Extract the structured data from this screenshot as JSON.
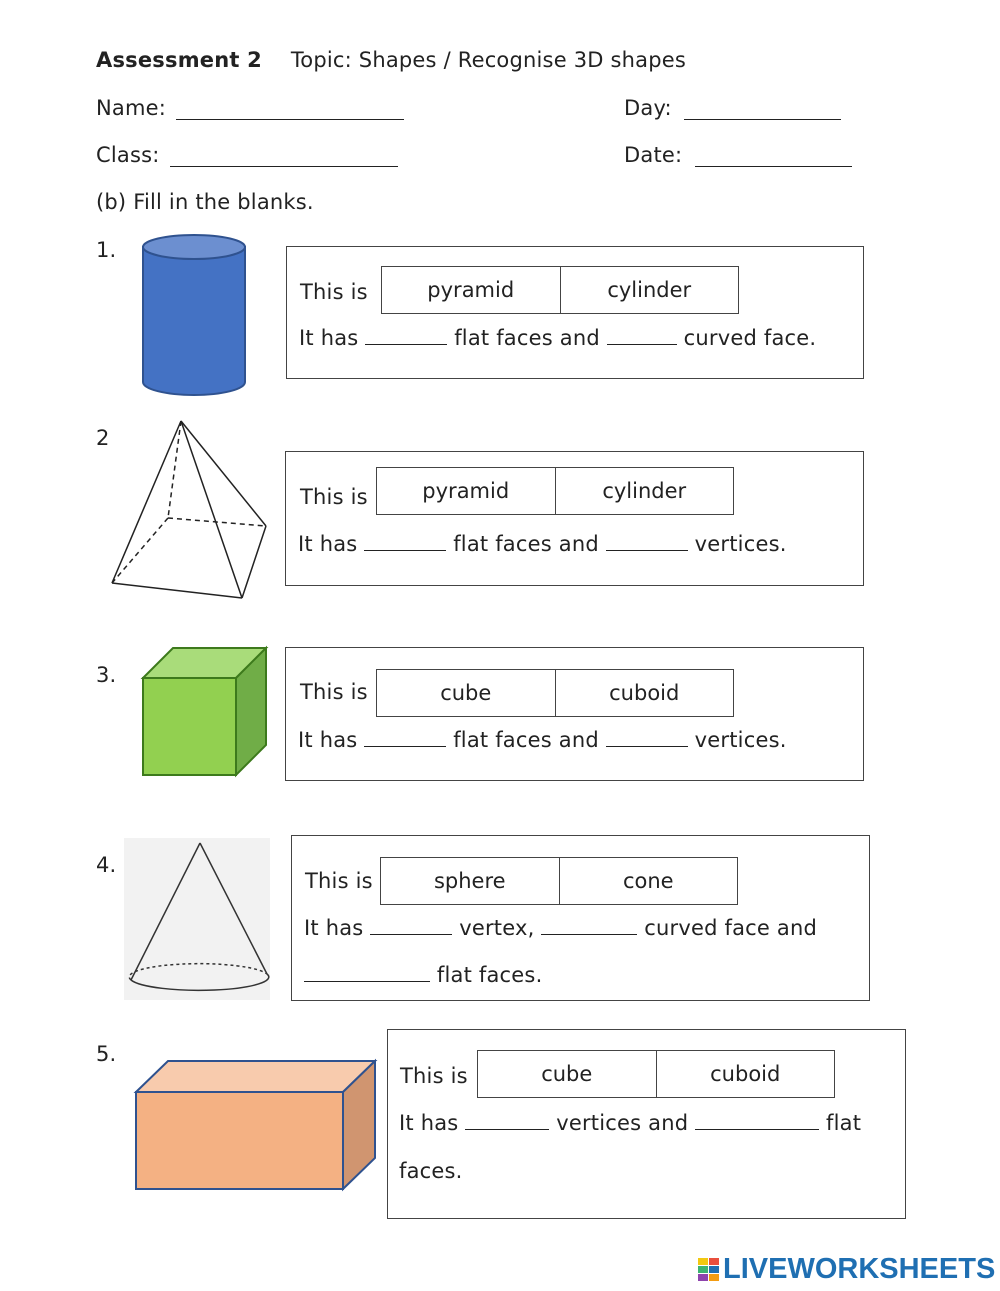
{
  "header": {
    "assessment": "Assessment 2",
    "topic": "Topic:  Shapes / Recognise 3D shapes",
    "name_label": "Name:",
    "day_label": "Day:",
    "class_label": "Class:",
    "date_label": "Date:",
    "instruction": "(b) Fill in the blanks."
  },
  "questions": [
    {
      "number": "1.",
      "this_is": "This is",
      "options": [
        "pyramid",
        "cylinder"
      ],
      "line2_a": "It has",
      "line2_b": "flat faces and",
      "line2_c": "curved face."
    },
    {
      "number": "2",
      "this_is": "This is",
      "options": [
        "pyramid",
        "cylinder"
      ],
      "line2_a": "It has",
      "line2_b": "flat faces and",
      "line2_c": "vertices."
    },
    {
      "number": "3.",
      "this_is": "This is",
      "options": [
        "cube",
        "cuboid"
      ],
      "line2_a": "It has",
      "line2_b": "flat faces and",
      "line2_c": "vertices."
    },
    {
      "number": "4.",
      "this_is": "This is",
      "options": [
        "sphere",
        "cone"
      ],
      "line2_a": "It has",
      "line2_b": "vertex,",
      "line2_c": "curved face and",
      "line3": "flat faces."
    },
    {
      "number": "5.",
      "this_is": "This is",
      "options": [
        "cube",
        "cuboid"
      ],
      "line2_a": "It has",
      "line2_b": "vertices and",
      "line2_c": "flat",
      "line3": "faces."
    }
  ],
  "colors": {
    "cylinder": "#4472c4",
    "cube_front": "#92d050",
    "cuboid_front": "#f4b183",
    "logo_blue": "#1f6fb2"
  },
  "footer": {
    "logo_text": "LIVEWORKSHEETS"
  }
}
